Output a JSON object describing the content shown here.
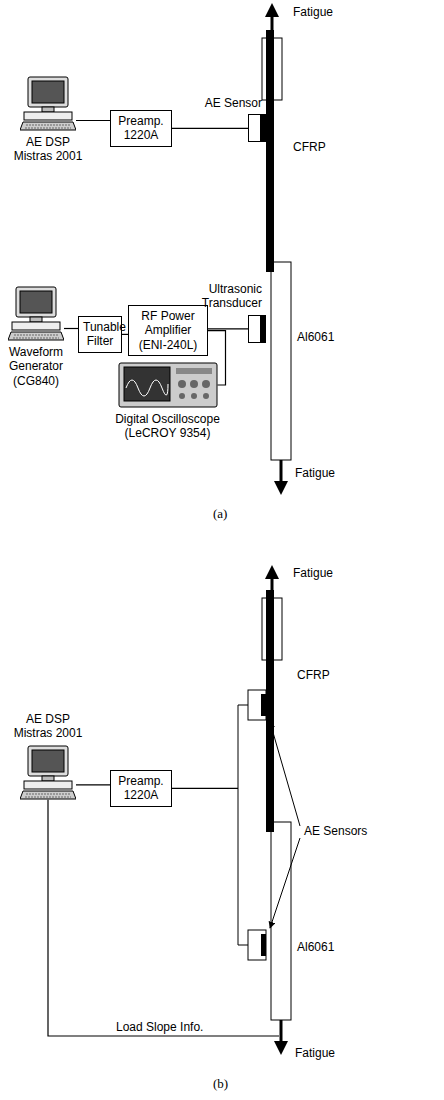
{
  "diagram": {
    "nodes": [
      {
        "text": [
          "AE DSP Mistras 2001"
        ]
      },
      {
        "text": [
          "Preamp. 1220A"
        ]
      },
      {
        "text": [
          "AE Sensor"
        ]
      },
      {
        "text": [
          "Waveform Generator (CG840)"
        ]
      },
      {
        "text": [
          "Tunable Filter"
        ]
      },
      {
        "text": [
          "RF Power Amplifier (ENI-240L)"
        ]
      },
      {
        "text": [
          "Ultrasonic Transducer"
        ]
      },
      {
        "text": [
          "Digital Oscilloscope (LeCROY 9354)"
        ]
      },
      {
        "text": [
          "AE DSP Mistras 2001"
        ]
      },
      {
        "text": [
          "Preamp. 1220A"
        ]
      }
    ],
    "edges": [
      {
        "from": 0,
        "to": 1,
        "arrow": "none"
      },
      {
        "from": 1,
        "to": 2,
        "arrow": "none"
      },
      {
        "from": 3,
        "to": 4,
        "arrow": "none"
      },
      {
        "from": 4,
        "to": 5,
        "arrow": "none"
      },
      {
        "from": 5,
        "to": 6,
        "arrow": "none"
      },
      {
        "from": 5,
        "to": 7,
        "arrow": "none"
      },
      {
        "from": 8,
        "to": 9,
        "arrow": "none"
      }
    ],
    "labels": [
      "Fatigue",
      "CFRP",
      "Al6061",
      "Fatigue",
      "(a)",
      "Fatigue",
      "CFRP",
      "AE Sensors",
      "Al6061",
      "Load Slope Info.",
      "Fatigue",
      "(b)"
    ]
  }
}
